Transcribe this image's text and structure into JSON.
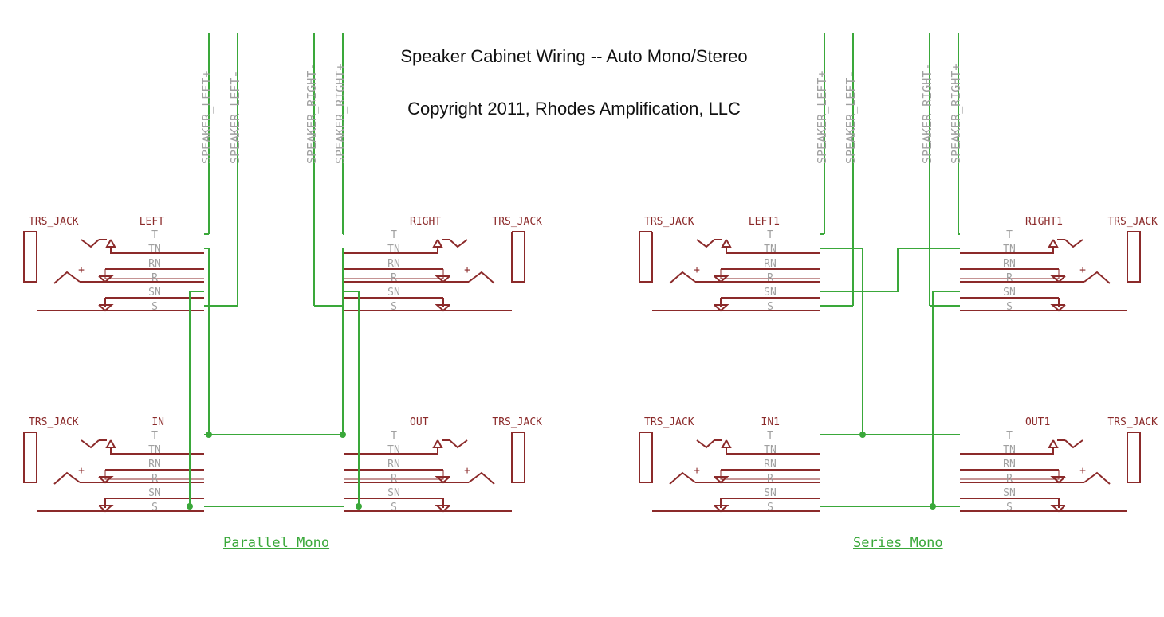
{
  "title": "Speaker Cabinet Wiring -- Auto Mono/Stereo",
  "copyright": "Copyright 2011, Rhodes Amplification, LLC",
  "colors": {
    "part": "#8b2a2a",
    "wire": "#3aa83a",
    "pin": "#a0a0a0",
    "net": "#a0a0a0",
    "text": "#111111"
  },
  "jack_part_label": "TRS_JACK",
  "pin_names": [
    "T",
    "TN",
    "RN",
    "R",
    "SN",
    "S"
  ],
  "plus_sign": "+",
  "net_labels": {
    "left_plus": "SPEAKER_LEFT+",
    "left_minus": "SPEAKER_LEFT-",
    "right_minus": "SPEAKER_RIGHT-",
    "right_plus": "SPEAKER_RIGHT+"
  },
  "sections": [
    {
      "caption": "Parallel Mono",
      "jacks": [
        "LEFT",
        "RIGHT",
        "IN",
        "OUT"
      ]
    },
    {
      "caption": "Series Mono",
      "jacks": [
        "LEFT1",
        "RIGHT1",
        "IN1",
        "OUT1"
      ]
    }
  ]
}
